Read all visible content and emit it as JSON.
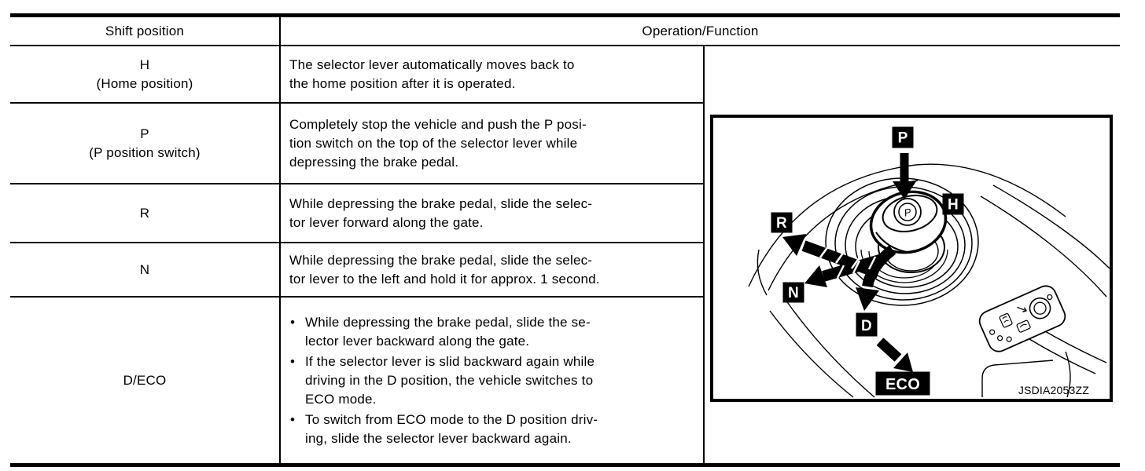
{
  "table": {
    "header": {
      "shift_position": "Shift position",
      "operation_function": "Operation/Function"
    },
    "bullet_char": "•",
    "rows": [
      {
        "position": "H\n(Home position)",
        "operation": "The selector lever automatically moves back to\nthe home position after it is operated."
      },
      {
        "position": "P\n(P position switch)",
        "operation": "Completely stop the vehicle and push the P posi-\ntion switch on the top of the selector lever while\ndepressing the brake pedal."
      },
      {
        "position": "R",
        "operation": "While depressing the brake pedal, slide the selec-\ntor lever forward along the gate."
      },
      {
        "position": "N",
        "operation": "While depressing the brake pedal, slide the selec-\ntor lever to the left and hold it for approx. 1 second."
      },
      {
        "position": "D/ECO",
        "operation_bullets": [
          "While depressing the brake pedal, slide the se-\nlector lever backward along the gate.",
          "If the selector lever is slid backward again while\ndriving in the D position, the vehicle switches to\nECO mode.",
          "To switch from ECO mode to the D position driv-\ning, slide the selector lever backward again."
        ]
      }
    ]
  },
  "figure": {
    "labels": {
      "p": "P",
      "h": "H",
      "r": "R",
      "n": "N",
      "d": "D",
      "eco": "ECO",
      "knob_letter": "P"
    },
    "code": "JSDIA2053ZZ",
    "colors": {
      "ink": "#000000",
      "paper": "#ffffff"
    }
  }
}
